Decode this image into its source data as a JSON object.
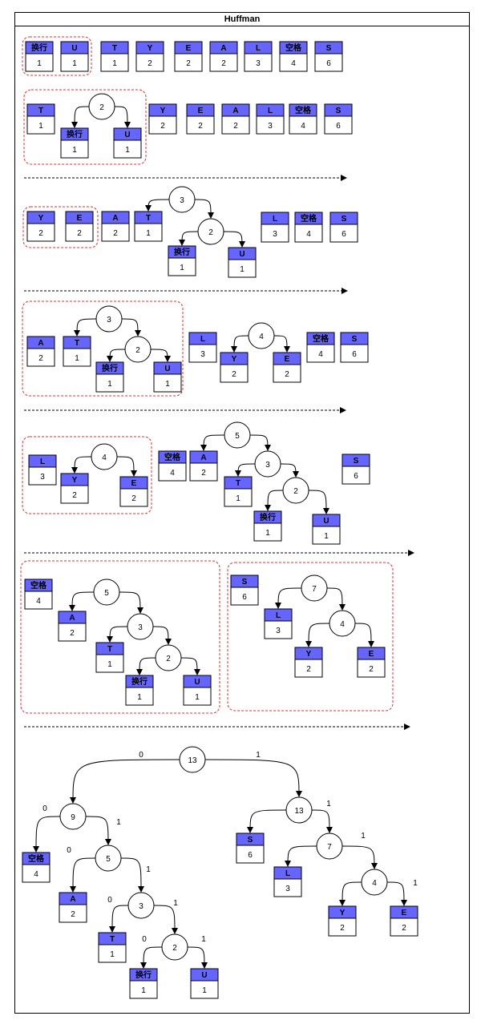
{
  "title": "Huffman",
  "colors": {
    "node_header": "#6666ff",
    "group_border": "#e03030",
    "edge": "#000000"
  },
  "nodes": {
    "huanhang": {
      "label": "换行",
      "weight": "1"
    },
    "U": {
      "label": "U",
      "weight": "1"
    },
    "T": {
      "label": "T",
      "weight": "1"
    },
    "Y": {
      "label": "Y",
      "weight": "2"
    },
    "E": {
      "label": "E",
      "weight": "2"
    },
    "A": {
      "label": "A",
      "weight": "2"
    },
    "L": {
      "label": "L",
      "weight": "3"
    },
    "kongge": {
      "label": "空格",
      "weight": "4"
    },
    "S": {
      "label": "S",
      "weight": "6"
    }
  },
  "internal": [
    "2",
    "3",
    "4",
    "5",
    "7",
    "9",
    "13"
  ],
  "bits": [
    "0",
    "1"
  ]
}
